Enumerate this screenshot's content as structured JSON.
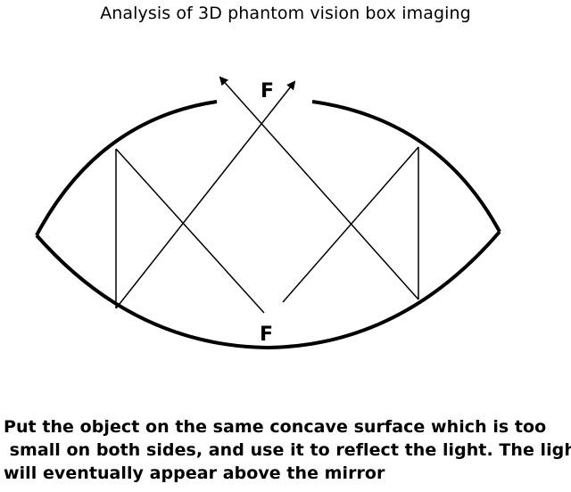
{
  "title": "Analysis of 3D phantom vision box imaging",
  "diagram": {
    "top_focus_label": "F",
    "bottom_focus_label": "F"
  },
  "caption": {
    "lines": [
      "Put the object on the same concave surface which is too",
      " small on both sides, and use it to reflect the light. The light",
      "will eventually appear above the mirror"
    ]
  }
}
